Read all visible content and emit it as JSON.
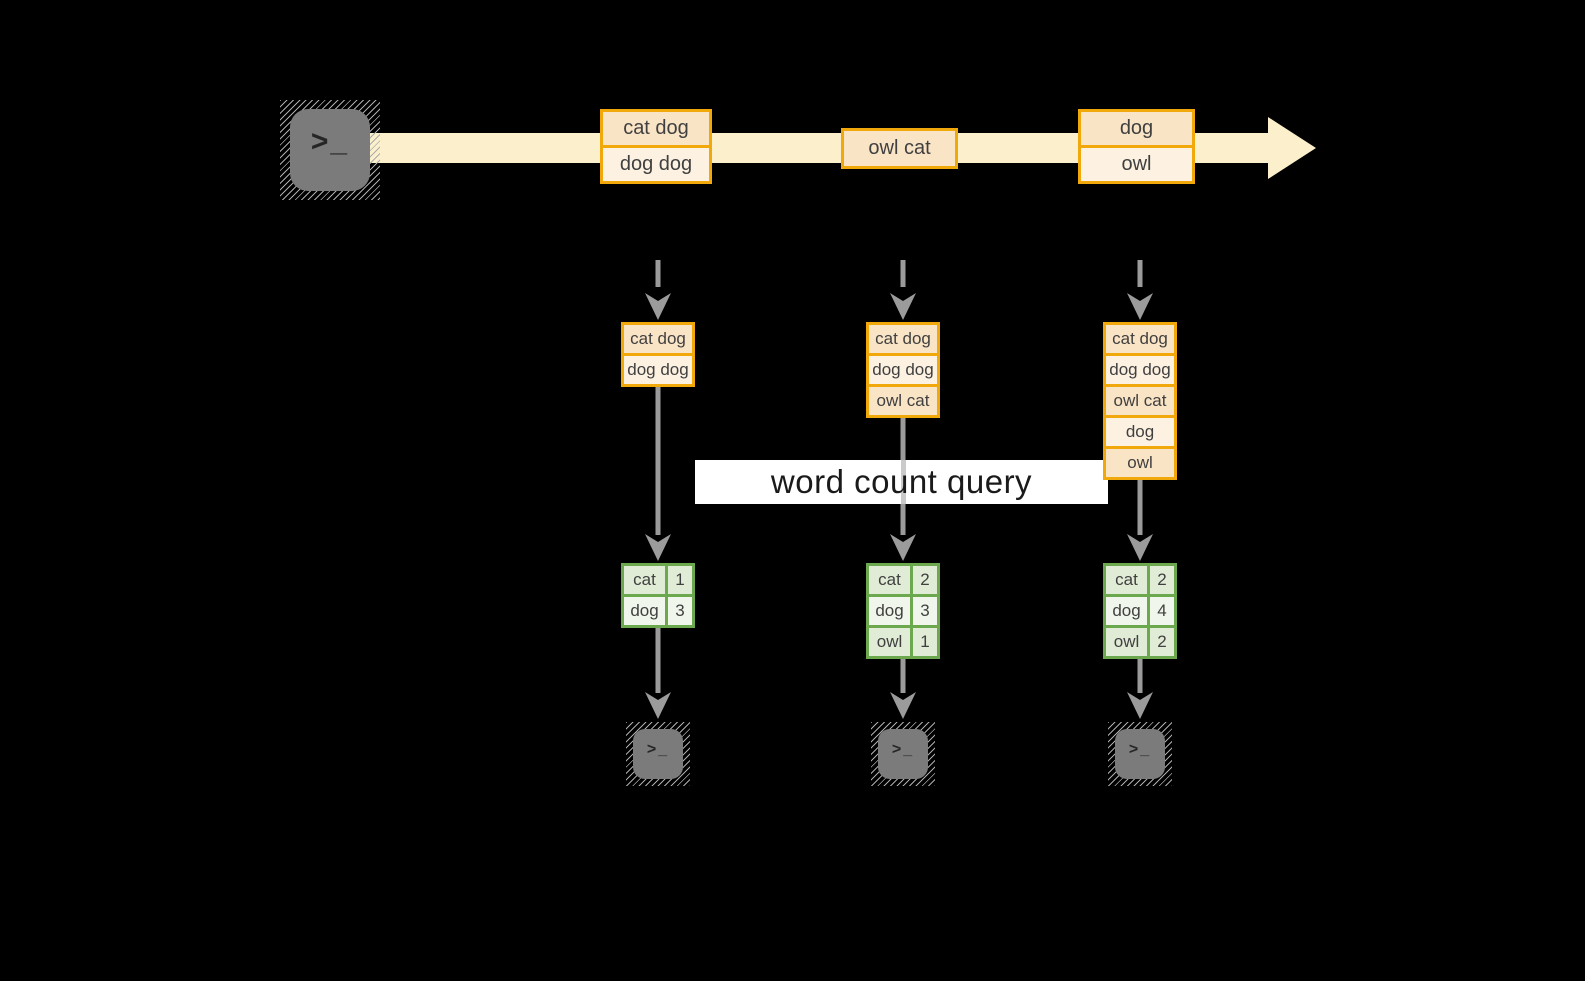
{
  "query_label": "word count query",
  "source": {
    "icon": "terminal-icon",
    "prompt_glyph": ">",
    "cursor_glyph": "_"
  },
  "timeline_batches": [
    {
      "lines": [
        "cat dog",
        "dog dog"
      ]
    },
    {
      "lines": [
        "owl cat"
      ]
    },
    {
      "lines": [
        "dog",
        "owl"
      ]
    }
  ],
  "columns": [
    {
      "accumulated": [
        "cat dog",
        "dog dog"
      ],
      "counts": [
        {
          "word": "cat",
          "count": "1"
        },
        {
          "word": "dog",
          "count": "3"
        }
      ]
    },
    {
      "accumulated": [
        "cat dog",
        "dog dog",
        "owl cat"
      ],
      "counts": [
        {
          "word": "cat",
          "count": "2"
        },
        {
          "word": "dog",
          "count": "3"
        },
        {
          "word": "owl",
          "count": "1"
        }
      ]
    },
    {
      "accumulated": [
        "cat dog",
        "dog dog",
        "owl cat",
        "dog",
        "owl"
      ],
      "counts": [
        {
          "word": "cat",
          "count": "2"
        },
        {
          "word": "dog",
          "count": "4"
        },
        {
          "word": "owl",
          "count": "2"
        }
      ]
    }
  ],
  "colors": {
    "background": "#000000",
    "timeline_band": "#FBF0CB",
    "batch_border": "#F0A80A",
    "batch_fill_dark": "#FAE4C6",
    "batch_fill_light": "#FDF2E2",
    "table_border": "#6BA84E",
    "table_fill_dark": "#E0ECD6",
    "table_fill_light": "#F1F6EC",
    "arrow_gray": "#9B9B9B",
    "terminal_gray": "#7B7B7B",
    "text": "#404040"
  }
}
